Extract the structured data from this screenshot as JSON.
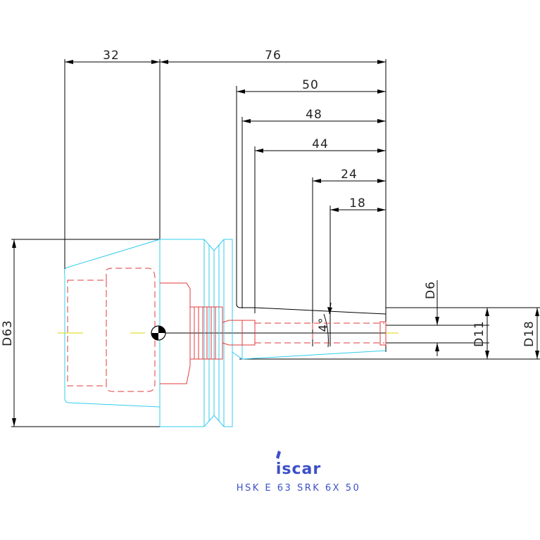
{
  "dimensions": {
    "top": [
      "32",
      "76",
      "50",
      "48",
      "44",
      "24",
      "18"
    ],
    "angle": "4°",
    "left": "D63",
    "right": [
      "D6",
      "D11",
      "D18"
    ]
  },
  "logo": {
    "text": "iscar"
  },
  "caption": "HSK E 63 SRK 6X 50",
  "colors": {
    "outline": "#33ccee",
    "bore": "#e23b3b",
    "dimension": "#000000",
    "centerline": "#d8d800",
    "brand": "#3b4fc8"
  }
}
